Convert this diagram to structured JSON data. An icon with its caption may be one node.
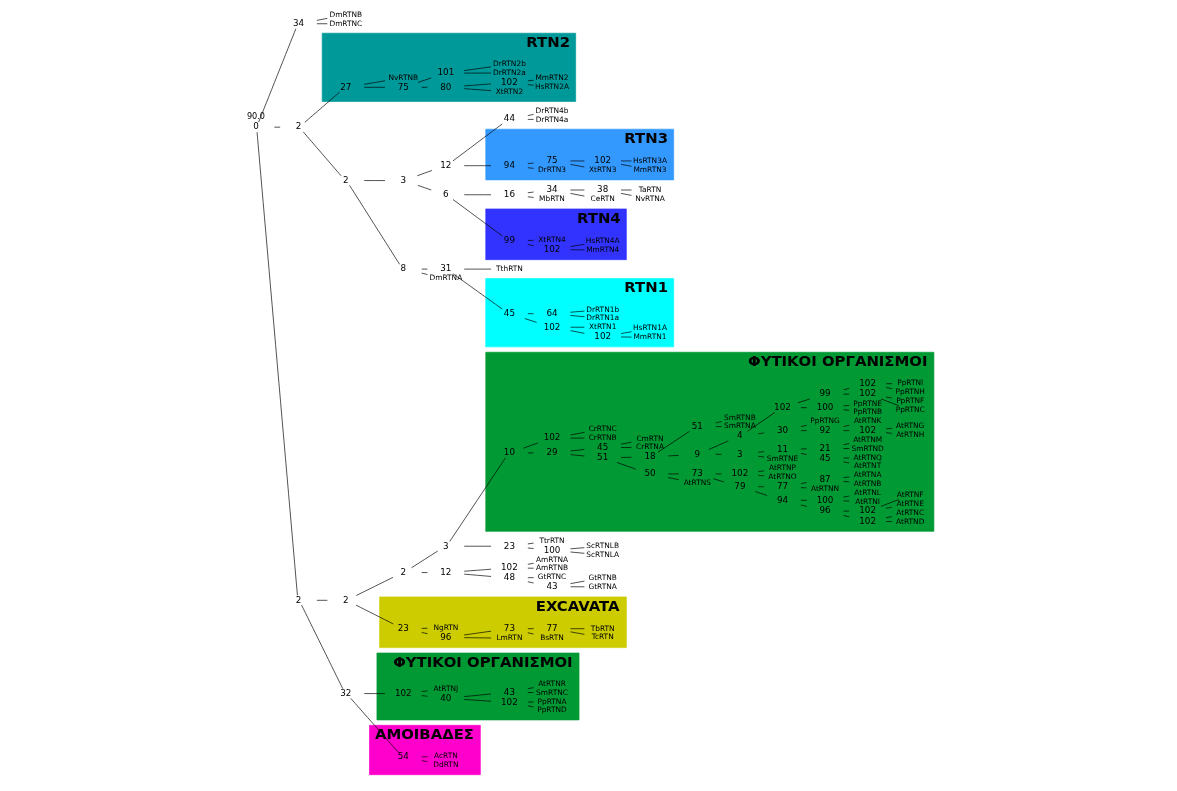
{
  "diagram": {
    "nodes": [
      {
        "text": [
          "0"
        ]
      },
      {
        "text": [
          "34"
        ]
      },
      {
        "text": [
          "DmRTNB"
        ]
      },
      {
        "text": [
          "DmRTNC"
        ]
      },
      {
        "text": [
          "2"
        ]
      },
      {
        "text": [
          "RTN2"
        ]
      },
      {
        "text": [
          "27"
        ],
        "in": 5
      },
      {
        "text": [
          "75"
        ],
        "in": 5
      },
      {
        "text": [
          "80"
        ],
        "in": 5
      },
      {
        "text": [
          "XtRTN2"
        ],
        "in": 5
      },
      {
        "text": [
          "102"
        ],
        "in": 5
      },
      {
        "text": [
          "HsRTN2A"
        ],
        "in": 5
      },
      {
        "text": [
          "MmRTN2"
        ],
        "in": 5
      },
      {
        "text": [
          "101"
        ],
        "in": 5
      },
      {
        "text": [
          "DrRTN2a"
        ],
        "in": 5
      },
      {
        "text": [
          "DrRTN2b"
        ],
        "in": 5
      },
      {
        "text": [
          "NvRTNB"
        ],
        "in": 5
      },
      {
        "text": [
          "2"
        ]
      },
      {
        "text": [
          "8"
        ]
      },
      {
        "text": [
          "31"
        ]
      },
      {
        "text": [
          "RTN1"
        ]
      },
      {
        "text": [
          "45"
        ],
        "in": 20
      },
      {
        "text": [
          "102"
        ],
        "in": 20
      },
      {
        "text": [
          "102"
        ],
        "in": 20
      },
      {
        "text": [
          "MmRTN1"
        ],
        "in": 20
      },
      {
        "text": [
          "HsRTN1A"
        ],
        "in": 20
      },
      {
        "text": [
          "XtRTN1"
        ],
        "in": 20
      },
      {
        "text": [
          "64"
        ],
        "in": 20
      },
      {
        "text": [
          "DrRTN1a"
        ],
        "in": 20
      },
      {
        "text": [
          "DrRTN1b"
        ],
        "in": 20
      },
      {
        "text": [
          "TthRTN"
        ]
      },
      {
        "text": [
          "DmRTNA"
        ]
      },
      {
        "text": [
          "3"
        ]
      },
      {
        "text": [
          "12"
        ]
      },
      {
        "text": [
          "44"
        ]
      },
      {
        "text": [
          "DrRTN4a"
        ]
      },
      {
        "text": [
          "DrRTN4b"
        ]
      },
      {
        "text": [
          "RTN3"
        ]
      },
      {
        "text": [
          "94"
        ],
        "in": 37
      },
      {
        "text": [
          "DrRTN3"
        ],
        "in": 37
      },
      {
        "text": [
          "75"
        ],
        "in": 37
      },
      {
        "text": [
          "XtRTN3"
        ],
        "in": 37
      },
      {
        "text": [
          "102"
        ],
        "in": 37
      },
      {
        "text": [
          "MmRTN3"
        ],
        "in": 37
      },
      {
        "text": [
          "HsRTN3A"
        ],
        "in": 37
      },
      {
        "text": [
          "6"
        ]
      },
      {
        "text": [
          "RTN4"
        ]
      },
      {
        "text": [
          "99"
        ],
        "in": 46
      },
      {
        "text": [
          "102"
        ],
        "in": 46
      },
      {
        "text": [
          "MmRTN4"
        ],
        "in": 46
      },
      {
        "text": [
          "HsRTN4A"
        ],
        "in": 46
      },
      {
        "text": [
          "XtRTN4"
        ],
        "in": 46
      },
      {
        "text": [
          "16"
        ]
      },
      {
        "text": [
          "MbRTN"
        ]
      },
      {
        "text": [
          "34"
        ]
      },
      {
        "text": [
          "CeRTN"
        ]
      },
      {
        "text": [
          "38"
        ]
      },
      {
        "text": [
          "NvRTNA"
        ]
      },
      {
        "text": [
          "TaRTN"
        ]
      },
      {
        "text": [
          "2"
        ]
      },
      {
        "text": [
          "2"
        ]
      },
      {
        "text": [
          "2"
        ]
      },
      {
        "text": [
          "3"
        ]
      },
      {
        "text": [
          "ΦΥΤΙΚΟΙ ΟΡΓΑΝΙΣΜΟΙ"
        ]
      },
      {
        "text": [
          "10"
        ],
        "in": 63
      },
      {
        "text": [
          "29"
        ],
        "in": 63
      },
      {
        "text": [
          "51"
        ],
        "in": 63
      },
      {
        "text": [
          "50"
        ],
        "in": 63
      },
      {
        "text": [
          "AtRTNS"
        ],
        "in": 63
      },
      {
        "text": [
          "73"
        ],
        "in": 63
      },
      {
        "text": [
          "79"
        ],
        "in": 63
      },
      {
        "text": [
          "94"
        ],
        "in": 63
      },
      {
        "text": [
          "96"
        ],
        "in": 63
      },
      {
        "text": [
          "102"
        ],
        "in": 63
      },
      {
        "text": [
          "AtRTND"
        ],
        "in": 63
      },
      {
        "text": [
          "AtRTNC"
        ],
        "in": 63
      },
      {
        "text": [
          "102"
        ],
        "in": 63
      },
      {
        "text": [
          "AtRTNE"
        ],
        "in": 63
      },
      {
        "text": [
          "AtRTNF"
        ],
        "in": 63
      },
      {
        "text": [
          "100"
        ],
        "in": 63
      },
      {
        "text": [
          "AtRTNI"
        ],
        "in": 63
      },
      {
        "text": [
          "AtRTNL"
        ],
        "in": 63
      },
      {
        "text": [
          "77"
        ],
        "in": 63
      },
      {
        "text": [
          "AtRTNN"
        ],
        "in": 63
      },
      {
        "text": [
          "87"
        ],
        "in": 63
      },
      {
        "text": [
          "AtRTNB"
        ],
        "in": 63
      },
      {
        "text": [
          "AtRTNA"
        ],
        "in": 63
      },
      {
        "text": [
          "102"
        ],
        "in": 63
      },
      {
        "text": [
          "AtRTNO"
        ],
        "in": 63
      },
      {
        "text": [
          "AtRTNP"
        ],
        "in": 63
      },
      {
        "text": [
          "18"
        ],
        "in": 63
      },
      {
        "text": [
          "9"
        ],
        "in": 63
      },
      {
        "text": [
          "3"
        ],
        "in": 63
      },
      {
        "text": [
          "SmRTNE"
        ],
        "in": 63
      },
      {
        "text": [
          "11"
        ],
        "in": 63
      },
      {
        "text": [
          "45"
        ],
        "in": 63
      },
      {
        "text": [
          "AtRTNT"
        ],
        "in": 63
      },
      {
        "text": [
          "AtRTNQ"
        ],
        "in": 63
      },
      {
        "text": [
          "21"
        ],
        "in": 63
      },
      {
        "text": [
          "SmRTND"
        ],
        "in": 63
      },
      {
        "text": [
          "AtRTNM"
        ],
        "in": 63
      },
      {
        "text": [
          "4"
        ],
        "in": 63
      },
      {
        "text": [
          "30"
        ],
        "in": 63
      },
      {
        "text": [
          "92"
        ],
        "in": 63
      },
      {
        "text": [
          "102"
        ],
        "in": 63
      },
      {
        "text": [
          "AtRTNH"
        ],
        "in": 63
      },
      {
        "text": [
          "AtRTNG"
        ],
        "in": 63
      },
      {
        "text": [
          "AtRTNK"
        ],
        "in": 63
      },
      {
        "text": [
          "PpRTNG"
        ],
        "in": 63
      },
      {
        "text": [
          "102"
        ],
        "in": 63
      },
      {
        "text": [
          "100"
        ],
        "in": 63
      },
      {
        "text": [
          "PpRTNB"
        ],
        "in": 63
      },
      {
        "text": [
          "PpRTNE"
        ],
        "in": 63
      },
      {
        "text": [
          "99"
        ],
        "in": 63
      },
      {
        "text": [
          "102"
        ],
        "in": 63
      },
      {
        "text": [
          "PpRTNC"
        ],
        "in": 63
      },
      {
        "text": [
          "PpRTNF"
        ],
        "in": 63
      },
      {
        "text": [
          "102"
        ],
        "in": 63
      },
      {
        "text": [
          "PpRTNH"
        ],
        "in": 63
      },
      {
        "text": [
          "PpRTNI"
        ],
        "in": 63
      },
      {
        "text": [
          "51"
        ],
        "in": 63
      },
      {
        "text": [
          "SmRTNA"
        ],
        "in": 63
      },
      {
        "text": [
          "SmRTNB"
        ],
        "in": 63
      },
      {
        "text": [
          "45"
        ],
        "in": 63
      },
      {
        "text": [
          "CrRTNA"
        ],
        "in": 63
      },
      {
        "text": [
          "CmRTN"
        ],
        "in": 63
      },
      {
        "text": [
          "102"
        ],
        "in": 63
      },
      {
        "text": [
          "CrRTNB"
        ],
        "in": 63
      },
      {
        "text": [
          "CrRTNC"
        ],
        "in": 63
      },
      {
        "text": [
          "23"
        ]
      },
      {
        "text": [
          "100"
        ]
      },
      {
        "text": [
          "ScRTNLA"
        ]
      },
      {
        "text": [
          "ScRTNLB"
        ]
      },
      {
        "text": [
          "TtrRTN"
        ]
      },
      {
        "text": [
          "12"
        ]
      },
      {
        "text": [
          "48"
        ]
      },
      {
        "text": [
          "43"
        ]
      },
      {
        "text": [
          "GtRTNA"
        ]
      },
      {
        "text": [
          "GtRTNB"
        ]
      },
      {
        "text": [
          "GtRTNC"
        ]
      },
      {
        "text": [
          "102"
        ]
      },
      {
        "text": [
          "AmRTNB"
        ]
      },
      {
        "text": [
          "AmRTNA"
        ]
      },
      {
        "text": [
          "EXCAVATA"
        ]
      },
      {
        "text": [
          "23"
        ],
        "in": 143
      },
      {
        "text": [
          "96"
        ],
        "in": 143
      },
      {
        "text": [
          "LmRTN"
        ],
        "in": 143
      },
      {
        "text": [
          "73"
        ],
        "in": 143
      },
      {
        "text": [
          "BsRTN"
        ],
        "in": 143
      },
      {
        "text": [
          "77"
        ],
        "in": 143
      },
      {
        "text": [
          "TcRTN"
        ],
        "in": 143
      },
      {
        "text": [
          "TbRTN"
        ],
        "in": 143
      },
      {
        "text": [
          "NgRTN"
        ],
        "in": 143
      },
      {
        "text": [
          "32"
        ]
      },
      {
        "text": [
          "ΦΥΤΙΚΟΙ ΟΡΓΑΝΙΣΜΟΙ"
        ]
      },
      {
        "text": [
          "102"
        ],
        "in": 154
      },
      {
        "text": [
          "40"
        ],
        "in": 154
      },
      {
        "text": [
          "102"
        ],
        "in": 154
      },
      {
        "text": [
          "PpRTND"
        ],
        "in": 154
      },
      {
        "text": [
          "PpRTNA"
        ],
        "in": 154
      },
      {
        "text": [
          "43"
        ],
        "in": 154
      },
      {
        "text": [
          "SmRTNC"
        ],
        "in": 154
      },
      {
        "text": [
          "AtRTNR"
        ],
        "in": 154
      },
      {
        "text": [
          "AtRTNJ"
        ],
        "in": 154
      },
      {
        "text": [
          "ΑΜΟΙΒΑΔΕΣ"
        ]
      },
      {
        "text": [
          "54"
        ],
        "in": 164
      },
      {
        "text": [
          "DdRTN"
        ],
        "in": 164
      },
      {
        "text": [
          "AcRTN"
        ],
        "in": 164
      }
    ],
    "edges": [
      {
        "from": 0,
        "to": 1,
        "arrow": "none"
      },
      {
        "from": 0,
        "to": 4,
        "arrow": "none"
      },
      {
        "from": 0,
        "to": 59,
        "arrow": "none"
      },
      {
        "from": 1,
        "to": 2,
        "arrow": "none"
      },
      {
        "from": 1,
        "to": 3,
        "arrow": "none"
      },
      {
        "from": 4,
        "to": 6,
        "arrow": "none"
      },
      {
        "from": 4,
        "to": 17,
        "arrow": "none"
      },
      {
        "from": 6,
        "to": 7,
        "arrow": "none"
      },
      {
        "from": 6,
        "to": 16,
        "arrow": "none"
      },
      {
        "from": 7,
        "to": 8,
        "arrow": "none"
      },
      {
        "from": 7,
        "to": 13,
        "arrow": "none"
      },
      {
        "from": 8,
        "to": 9,
        "arrow": "none"
      },
      {
        "from": 8,
        "to": 10,
        "arrow": "none"
      },
      {
        "from": 10,
        "to": 11,
        "arrow": "none"
      },
      {
        "from": 10,
        "to": 12,
        "arrow": "none"
      },
      {
        "from": 13,
        "to": 14,
        "arrow": "none"
      },
      {
        "from": 13,
        "to": 15,
        "arrow": "none"
      },
      {
        "from": 17,
        "to": 18,
        "arrow": "none"
      },
      {
        "from": 17,
        "to": 32,
        "arrow": "none"
      },
      {
        "from": 18,
        "to": 19,
        "arrow": "none"
      },
      {
        "from": 18,
        "to": 31,
        "arrow": "none"
      },
      {
        "from": 19,
        "to": 21,
        "arrow": "none"
      },
      {
        "from": 19,
        "to": 30,
        "arrow": "none"
      },
      {
        "from": 21,
        "to": 22,
        "arrow": "none"
      },
      {
        "from": 21,
        "to": 27,
        "arrow": "none"
      },
      {
        "from": 22,
        "to": 23,
        "arrow": "none"
      },
      {
        "from": 22,
        "to": 26,
        "arrow": "none"
      },
      {
        "from": 23,
        "to": 24,
        "arrow": "none"
      },
      {
        "from": 23,
        "to": 25,
        "arrow": "none"
      },
      {
        "from": 27,
        "to": 28,
        "arrow": "none"
      },
      {
        "from": 27,
        "to": 29,
        "arrow": "none"
      },
      {
        "from": 32,
        "to": 33,
        "arrow": "none"
      },
      {
        "from": 32,
        "to": 45,
        "arrow": "none"
      },
      {
        "from": 33,
        "to": 34,
        "arrow": "none"
      },
      {
        "from": 33,
        "to": 38,
        "arrow": "none"
      },
      {
        "from": 34,
        "to": 35,
        "arrow": "none"
      },
      {
        "from": 34,
        "to": 36,
        "arrow": "none"
      },
      {
        "from": 38,
        "to": 39,
        "arrow": "none"
      },
      {
        "from": 38,
        "to": 40,
        "arrow": "none"
      },
      {
        "from": 40,
        "to": 41,
        "arrow": "none"
      },
      {
        "from": 40,
        "to": 42,
        "arrow": "none"
      },
      {
        "from": 42,
        "to": 43,
        "arrow": "none"
      },
      {
        "from": 42,
        "to": 44,
        "arrow": "none"
      },
      {
        "from": 45,
        "to": 47,
        "arrow": "none"
      },
      {
        "from": 45,
        "to": 52,
        "arrow": "none"
      },
      {
        "from": 47,
        "to": 48,
        "arrow": "none"
      },
      {
        "from": 47,
        "to": 51,
        "arrow": "none"
      },
      {
        "from": 48,
        "to": 49,
        "arrow": "none"
      },
      {
        "from": 48,
        "to": 50,
        "arrow": "none"
      },
      {
        "from": 52,
        "to": 53,
        "arrow": "none"
      },
      {
        "from": 52,
        "to": 54,
        "arrow": "none"
      },
      {
        "from": 54,
        "to": 55,
        "arrow": "none"
      },
      {
        "from": 54,
        "to": 56,
        "arrow": "none"
      },
      {
        "from": 56,
        "to": 57,
        "arrow": "none"
      },
      {
        "from": 56,
        "to": 58,
        "arrow": "none"
      },
      {
        "from": 59,
        "to": 60,
        "arrow": "none"
      },
      {
        "from": 59,
        "to": 153,
        "arrow": "none"
      },
      {
        "from": 60,
        "to": 61,
        "arrow": "none"
      },
      {
        "from": 60,
        "to": 144,
        "arrow": "none"
      },
      {
        "from": 61,
        "to": 62,
        "arrow": "none"
      },
      {
        "from": 61,
        "to": 134,
        "arrow": "none"
      },
      {
        "from": 62,
        "to": 64,
        "arrow": "none"
      },
      {
        "from": 62,
        "to": 129,
        "arrow": "none"
      },
      {
        "from": 64,
        "to": 65,
        "arrow": "none"
      },
      {
        "from": 64,
        "to": 126,
        "arrow": "none"
      },
      {
        "from": 65,
        "to": 66,
        "arrow": "none"
      },
      {
        "from": 65,
        "to": 123,
        "arrow": "none"
      },
      {
        "from": 66,
        "to": 67,
        "arrow": "none"
      },
      {
        "from": 66,
        "to": 90,
        "arrow": "none"
      },
      {
        "from": 67,
        "to": 68,
        "arrow": "none"
      },
      {
        "from": 67,
        "to": 69,
        "arrow": "none"
      },
      {
        "from": 69,
        "to": 70,
        "arrow": "none"
      },
      {
        "from": 69,
        "to": 87,
        "arrow": "none"
      },
      {
        "from": 70,
        "to": 71,
        "arrow": "none"
      },
      {
        "from": 70,
        "to": 82,
        "arrow": "none"
      },
      {
        "from": 71,
        "to": 72,
        "arrow": "none"
      },
      {
        "from": 71,
        "to": 79,
        "arrow": "none"
      },
      {
        "from": 72,
        "to": 73,
        "arrow": "none"
      },
      {
        "from": 72,
        "to": 76,
        "arrow": "none"
      },
      {
        "from": 73,
        "to": 74,
        "arrow": "none"
      },
      {
        "from": 73,
        "to": 75,
        "arrow": "none"
      },
      {
        "from": 76,
        "to": 77,
        "arrow": "none"
      },
      {
        "from": 76,
        "to": 78,
        "arrow": "none"
      },
      {
        "from": 79,
        "to": 80,
        "arrow": "none"
      },
      {
        "from": 79,
        "to": 81,
        "arrow": "none"
      },
      {
        "from": 82,
        "to": 83,
        "arrow": "none"
      },
      {
        "from": 82,
        "to": 84,
        "arrow": "none"
      },
      {
        "from": 84,
        "to": 85,
        "arrow": "none"
      },
      {
        "from": 84,
        "to": 86,
        "arrow": "none"
      },
      {
        "from": 87,
        "to": 88,
        "arrow": "none"
      },
      {
        "from": 87,
        "to": 89,
        "arrow": "none"
      },
      {
        "from": 90,
        "to": 91,
        "arrow": "none"
      },
      {
        "from": 90,
        "to": 120,
        "arrow": "none"
      },
      {
        "from": 91,
        "to": 92,
        "arrow": "none"
      },
      {
        "from": 91,
        "to": 101,
        "arrow": "none"
      },
      {
        "from": 92,
        "to": 93,
        "arrow": "none"
      },
      {
        "from": 92,
        "to": 94,
        "arrow": "none"
      },
      {
        "from": 94,
        "to": 95,
        "arrow": "none"
      },
      {
        "from": 94,
        "to": 98,
        "arrow": "none"
      },
      {
        "from": 95,
        "to": 96,
        "arrow": "none"
      },
      {
        "from": 95,
        "to": 97,
        "arrow": "none"
      },
      {
        "from": 98,
        "to": 99,
        "arrow": "none"
      },
      {
        "from": 98,
        "to": 100,
        "arrow": "none"
      },
      {
        "from": 101,
        "to": 102,
        "arrow": "none"
      },
      {
        "from": 101,
        "to": 109,
        "arrow": "none"
      },
      {
        "from": 102,
        "to": 103,
        "arrow": "none"
      },
      {
        "from": 102,
        "to": 108,
        "arrow": "none"
      },
      {
        "from": 103,
        "to": 104,
        "arrow": "none"
      },
      {
        "from": 103,
        "to": 107,
        "arrow": "none"
      },
      {
        "from": 104,
        "to": 105,
        "arrow": "none"
      },
      {
        "from": 104,
        "to": 106,
        "arrow": "none"
      },
      {
        "from": 109,
        "to": 110,
        "arrow": "none"
      },
      {
        "from": 109,
        "to": 113,
        "arrow": "none"
      },
      {
        "from": 110,
        "to": 111,
        "arrow": "none"
      },
      {
        "from": 110,
        "to": 112,
        "arrow": "none"
      },
      {
        "from": 113,
        "to": 114,
        "arrow": "none"
      },
      {
        "from": 113,
        "to": 117,
        "arrow": "none"
      },
      {
        "from": 114,
        "to": 115,
        "arrow": "none"
      },
      {
        "from": 114,
        "to": 116,
        "arrow": "none"
      },
      {
        "from": 117,
        "to": 118,
        "arrow": "none"
      },
      {
        "from": 117,
        "to": 119,
        "arrow": "none"
      },
      {
        "from": 120,
        "to": 121,
        "arrow": "none"
      },
      {
        "from": 120,
        "to": 122,
        "arrow": "none"
      },
      {
        "from": 123,
        "to": 124,
        "arrow": "none"
      },
      {
        "from": 123,
        "to": 125,
        "arrow": "none"
      },
      {
        "from": 126,
        "to": 127,
        "arrow": "none"
      },
      {
        "from": 126,
        "to": 128,
        "arrow": "none"
      },
      {
        "from": 129,
        "to": 130,
        "arrow": "none"
      },
      {
        "from": 129,
        "to": 133,
        "arrow": "none"
      },
      {
        "from": 130,
        "to": 131,
        "arrow": "none"
      },
      {
        "from": 130,
        "to": 132,
        "arrow": "none"
      },
      {
        "from": 134,
        "to": 135,
        "arrow": "none"
      },
      {
        "from": 134,
        "to": 140,
        "arrow": "none"
      },
      {
        "from": 135,
        "to": 136,
        "arrow": "none"
      },
      {
        "from": 135,
        "to": 139,
        "arrow": "none"
      },
      {
        "from": 136,
        "to": 137,
        "arrow": "none"
      },
      {
        "from": 136,
        "to": 138,
        "arrow": "none"
      },
      {
        "from": 140,
        "to": 141,
        "arrow": "none"
      },
      {
        "from": 140,
        "to": 142,
        "arrow": "none"
      },
      {
        "from": 144,
        "to": 145,
        "arrow": "none"
      },
      {
        "from": 144,
        "to": 152,
        "arrow": "none"
      },
      {
        "from": 145,
        "to": 146,
        "arrow": "none"
      },
      {
        "from": 145,
        "to": 147,
        "arrow": "none"
      },
      {
        "from": 147,
        "to": 148,
        "arrow": "none"
      },
      {
        "from": 147,
        "to": 149,
        "arrow": "none"
      },
      {
        "from": 149,
        "to": 150,
        "arrow": "none"
      },
      {
        "from": 149,
        "to": 151,
        "arrow": "none"
      },
      {
        "from": 153,
        "to": 155,
        "arrow": "none"
      },
      {
        "from": 153,
        "to": 165,
        "arrow": "none"
      },
      {
        "from": 155,
        "to": 156,
        "arrow": "none"
      },
      {
        "from": 155,
        "to": 163,
        "arrow": "none"
      },
      {
        "from": 156,
        "to": 157,
        "arrow": "none"
      },
      {
        "from": 156,
        "to": 160,
        "arrow": "none"
      },
      {
        "from": 157,
        "to": 158,
        "arrow": "none"
      },
      {
        "from": 157,
        "to": 159,
        "arrow": "none"
      },
      {
        "from": 160,
        "to": 161,
        "arrow": "none"
      },
      {
        "from": 160,
        "to": 162,
        "arrow": "none"
      },
      {
        "from": 165,
        "to": 166,
        "arrow": "none"
      },
      {
        "from": 165,
        "to": 167,
        "arrow": "none"
      }
    ],
    "labels": [
      "90.0"
    ]
  }
}
